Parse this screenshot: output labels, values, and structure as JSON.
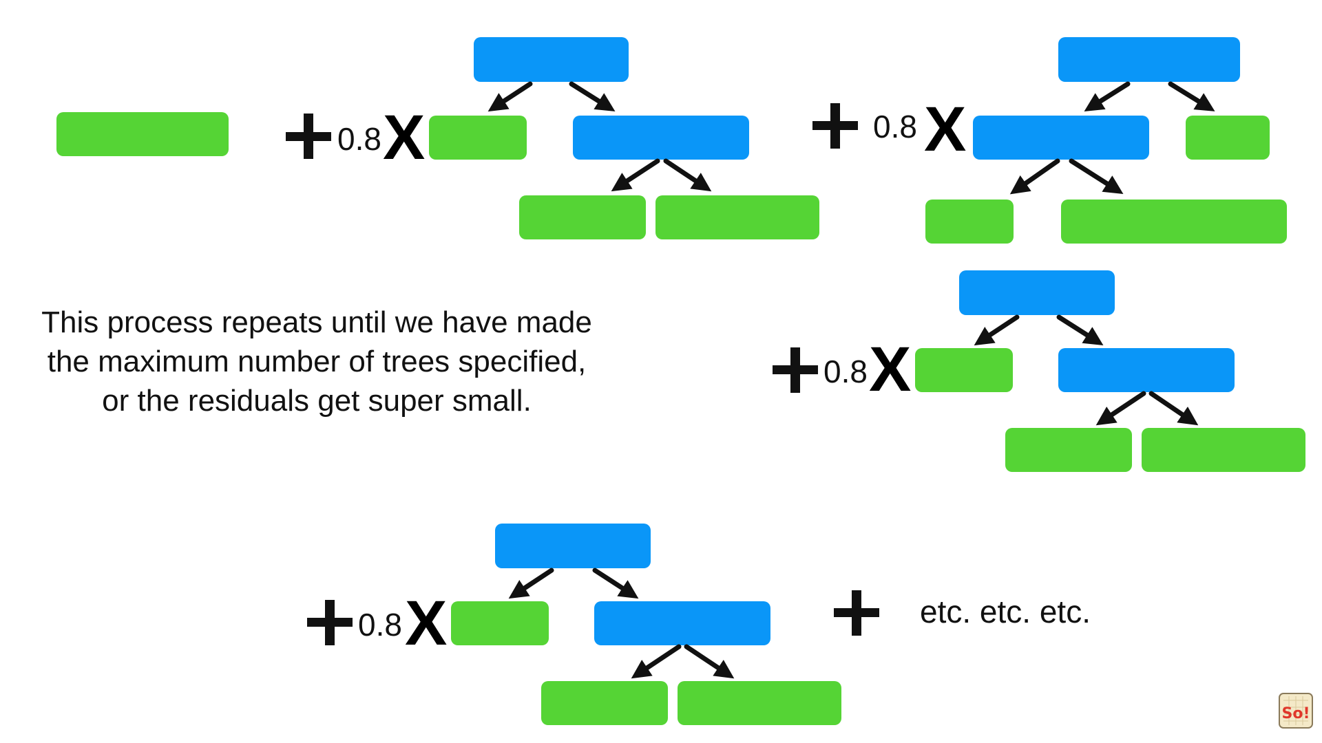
{
  "description": "This process repeats until we have made the maximum number of trees specified, or the residuals get super small.",
  "learning_rate": "0.8",
  "multiply_symbol": "X",
  "plus_symbol": "+",
  "continuation": "etc. etc. etc.",
  "colors": {
    "leaf": "#55d435",
    "node": "#0a96f8",
    "text": "#111111"
  },
  "logo": {
    "text": "So!",
    "icon": "statquest-logo-icon"
  }
}
